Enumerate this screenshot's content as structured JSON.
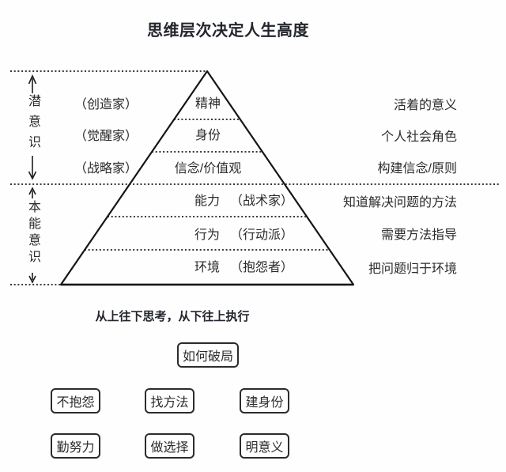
{
  "title": "思维层次决定人生高度",
  "colors": {
    "background": "#fefefe",
    "text": "#2b2b2b",
    "line": "#1d1d1d"
  },
  "axis": {
    "upper_label": "潜意识",
    "lower_label": "本能意识"
  },
  "levels": [
    {
      "name": "精神",
      "role": "（创造家）",
      "note": "活着的意义"
    },
    {
      "name": "身份",
      "role": "（觉醒家）",
      "note": "个人社会角色"
    },
    {
      "name": "信念/价值观",
      "role": "（战略家）",
      "note": "构建信念/原则"
    },
    {
      "name": "能力",
      "role": "（战术家）",
      "note": "知道解决问题的方法"
    },
    {
      "name": "行为",
      "role": "（行动派）",
      "note": "需要方法指导"
    },
    {
      "name": "环境",
      "role": "（抱怨者）",
      "note": "把问题归于环境"
    }
  ],
  "slogan": "从上往下思考，从下往上执行",
  "breakthrough": {
    "title": "如何破局",
    "actions": [
      "不抱怨",
      "找方法",
      "建身份",
      "勤努力",
      "做选择",
      "明意义"
    ]
  }
}
